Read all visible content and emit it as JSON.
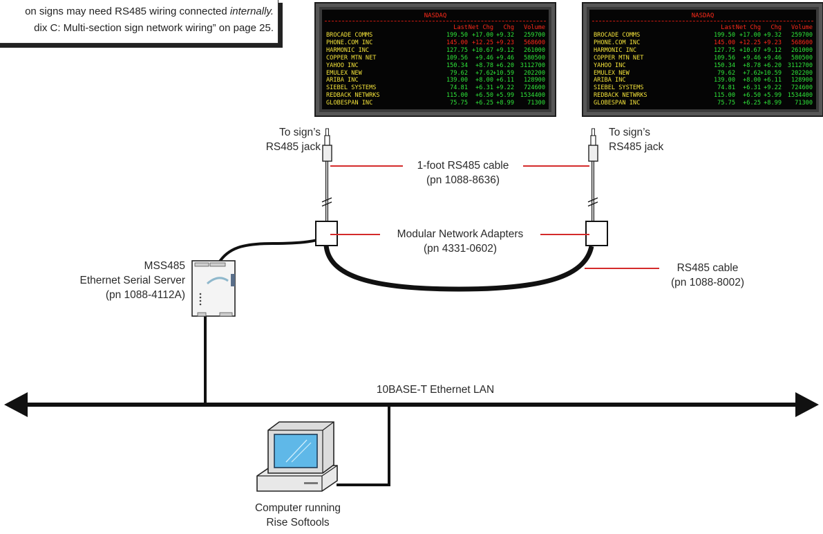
{
  "note": {
    "line1": "on signs may need RS485 wiring connected internally.",
    "line2": "dix C: Multi-section sign network wiring” on page 25."
  },
  "signs": [
    {
      "title": "NASDAQ",
      "headers": [
        "Last",
        "Net Chg",
        "Chg",
        "Volume"
      ],
      "rows": [
        {
          "name": "BROCADE COMMS",
          "last": "199.50",
          "net": "+17.00",
          "pct": "+9.32",
          "vol": "259700",
          "up": true
        },
        {
          "name": "PHONE.COM INC",
          "last": "145.00",
          "net": "+12.25",
          "pct": "+9.23",
          "vol": "568600",
          "up": false
        },
        {
          "name": "HARMONIC INC",
          "last": "127.75",
          "net": "+10.67",
          "pct": "+9.12",
          "vol": "261000",
          "up": true
        },
        {
          "name": "COPPER MTN NET",
          "last": "109.56",
          "net": "+9.46",
          "pct": "+9.46",
          "vol": "580500",
          "up": true
        },
        {
          "name": "YAHOO INC",
          "last": "150.34",
          "net": "+8.78",
          "pct": "+6.20",
          "vol": "3112700",
          "up": true
        },
        {
          "name": "EMULEX NEW",
          "last": "79.62",
          "net": "+7.62",
          "pct": "+10.59",
          "vol": "202200",
          "up": true
        },
        {
          "name": "ARIBA INC",
          "last": "139.00",
          "net": "+8.00",
          "pct": "+6.11",
          "vol": "128900",
          "up": true
        },
        {
          "name": "SIEBEL SYSTEMS",
          "last": "74.81",
          "net": "+6.31",
          "pct": "+9.22",
          "vol": "724600",
          "up": true
        },
        {
          "name": "REDBACK NETWRKS",
          "last": "115.00",
          "net": "+6.50",
          "pct": "+5.99",
          "vol": "1534400",
          "up": true
        },
        {
          "name": "GLOBESPAN INC",
          "last": "75.75",
          "net": "+6.25",
          "pct": "+8.99",
          "vol": "71300",
          "up": true
        }
      ]
    },
    {
      "title": "NASDAQ",
      "headers": [
        "Last",
        "Net Chg",
        "Chg",
        "Volume"
      ],
      "rows": [
        {
          "name": "BROCADE COMMS",
          "last": "199.50",
          "net": "+17.00",
          "pct": "+9.32",
          "vol": "259700",
          "up": true
        },
        {
          "name": "PHONE.COM INC",
          "last": "145.00",
          "net": "+12.25",
          "pct": "+9.23",
          "vol": "568600",
          "up": false
        },
        {
          "name": "HARMONIC INC",
          "last": "127.75",
          "net": "+10.67",
          "pct": "+9.12",
          "vol": "261000",
          "up": true
        },
        {
          "name": "COPPER MTN NET",
          "last": "109.56",
          "net": "+9.46",
          "pct": "+9.46",
          "vol": "580500",
          "up": true
        },
        {
          "name": "YAHOO INC",
          "last": "150.34",
          "net": "+8.78",
          "pct": "+6.20",
          "vol": "3112700",
          "up": true
        },
        {
          "name": "EMULEX NEW",
          "last": "79.62",
          "net": "+7.62",
          "pct": "+10.59",
          "vol": "202200",
          "up": true
        },
        {
          "name": "ARIBA INC",
          "last": "139.00",
          "net": "+8.00",
          "pct": "+6.11",
          "vol": "128900",
          "up": true
        },
        {
          "name": "SIEBEL SYSTEMS",
          "last": "74.81",
          "net": "+6.31",
          "pct": "+9.22",
          "vol": "724600",
          "up": true
        },
        {
          "name": "REDBACK NETWRKS",
          "last": "115.00",
          "net": "+6.50",
          "pct": "+5.99",
          "vol": "1534400",
          "up": true
        },
        {
          "name": "GLOBESPAN INC",
          "last": "75.75",
          "net": "+6.25",
          "pct": "+8.99",
          "vol": "71300",
          "up": true
        }
      ]
    }
  ],
  "labels": {
    "jack_left": [
      "To sign’s",
      "RS485 jack"
    ],
    "jack_right": [
      "To sign’s",
      "RS485 jack"
    ],
    "cable_short": [
      "1-foot RS485 cable",
      "(pn 1088-8636)"
    ],
    "adapters": [
      "Modular Network Adapters",
      "(pn 4331-0602)"
    ],
    "cable_long": [
      "RS485 cable",
      "(pn 1088-8002)"
    ],
    "server": [
      "MSS485",
      "Ethernet Serial Server",
      "(pn 1088-4112A)"
    ],
    "lan": "10BASE-T Ethernet LAN",
    "computer": [
      "Computer running",
      "Rise Softools"
    ]
  },
  "colors": {
    "callout_line": "#d42a2a",
    "cable": "#111111",
    "sign_text_yellow": "#f3e23a",
    "sign_text_green": "#2fe83a",
    "sign_text_red": "#ff2a1a",
    "monitor_screen": "#5fb8e8"
  },
  "icons": [
    "server-icon",
    "computer-icon",
    "adapter-icon",
    "plug-icon",
    "arrow-left-icon",
    "arrow-right-icon"
  ]
}
